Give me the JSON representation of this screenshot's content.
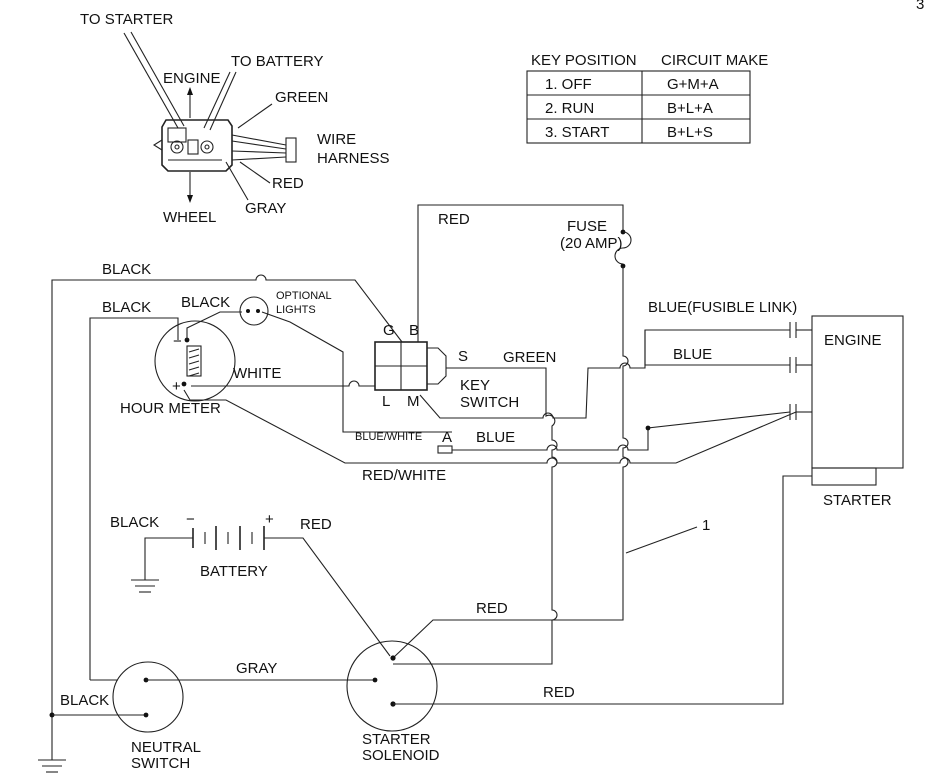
{
  "page_number": "3",
  "key_table": {
    "headers": [
      "KEY POSITION",
      "CIRCUIT MAKE"
    ],
    "rows": [
      [
        "1. OFF",
        "G+M+A"
      ],
      [
        "2. RUN",
        "B+L+A"
      ],
      [
        "3. START",
        "B+L+S"
      ]
    ]
  },
  "connector_detail": {
    "to_starter": "TO STARTER",
    "engine": "ENGINE",
    "to_battery": "TO BATTERY",
    "green": "GREEN",
    "wire_harness": [
      "WIRE",
      "HARNESS"
    ],
    "red": "RED",
    "gray": "GRAY",
    "wheel": "WHEEL"
  },
  "components": {
    "fuse": [
      "FUSE",
      "(20 AMP)"
    ],
    "engine": "ENGINE",
    "starter": "STARTER",
    "optional_lights": [
      "OPTIONAL",
      "LIGHTS"
    ],
    "hour_meter": "HOUR METER",
    "key_switch": [
      "KEY",
      "SWITCH"
    ],
    "battery": "BATTERY",
    "neutral_switch": [
      "NEUTRAL",
      "SWITCH"
    ],
    "starter_solenoid": [
      "STARTER",
      "SOLENOID"
    ],
    "callout": "1"
  },
  "terminals": {
    "g": "G",
    "b": "B",
    "s": "S",
    "l": "L",
    "m": "M",
    "a": "A",
    "meter_minus": "−",
    "meter_plus": "+",
    "batt_minus": "−",
    "batt_plus": "+"
  },
  "wires": {
    "black_top": "BLACK",
    "black_left": "BLACK",
    "black_lights": "BLACK",
    "white": "WHITE",
    "red_fuse": "RED",
    "green": "GREEN",
    "blue_fusible": "BLUE(FUSIBLE LINK)",
    "blue_engine": "BLUE",
    "blue_white": "BLUE/WHITE",
    "blue_a": "BLUE",
    "red_white": "RED/WHITE",
    "black_battery": "BLACK",
    "red_battery": "RED",
    "red_solenoid_upper": "RED",
    "gray": "GRAY",
    "red_solenoid_lower": "RED",
    "black_neutral": "BLACK"
  }
}
